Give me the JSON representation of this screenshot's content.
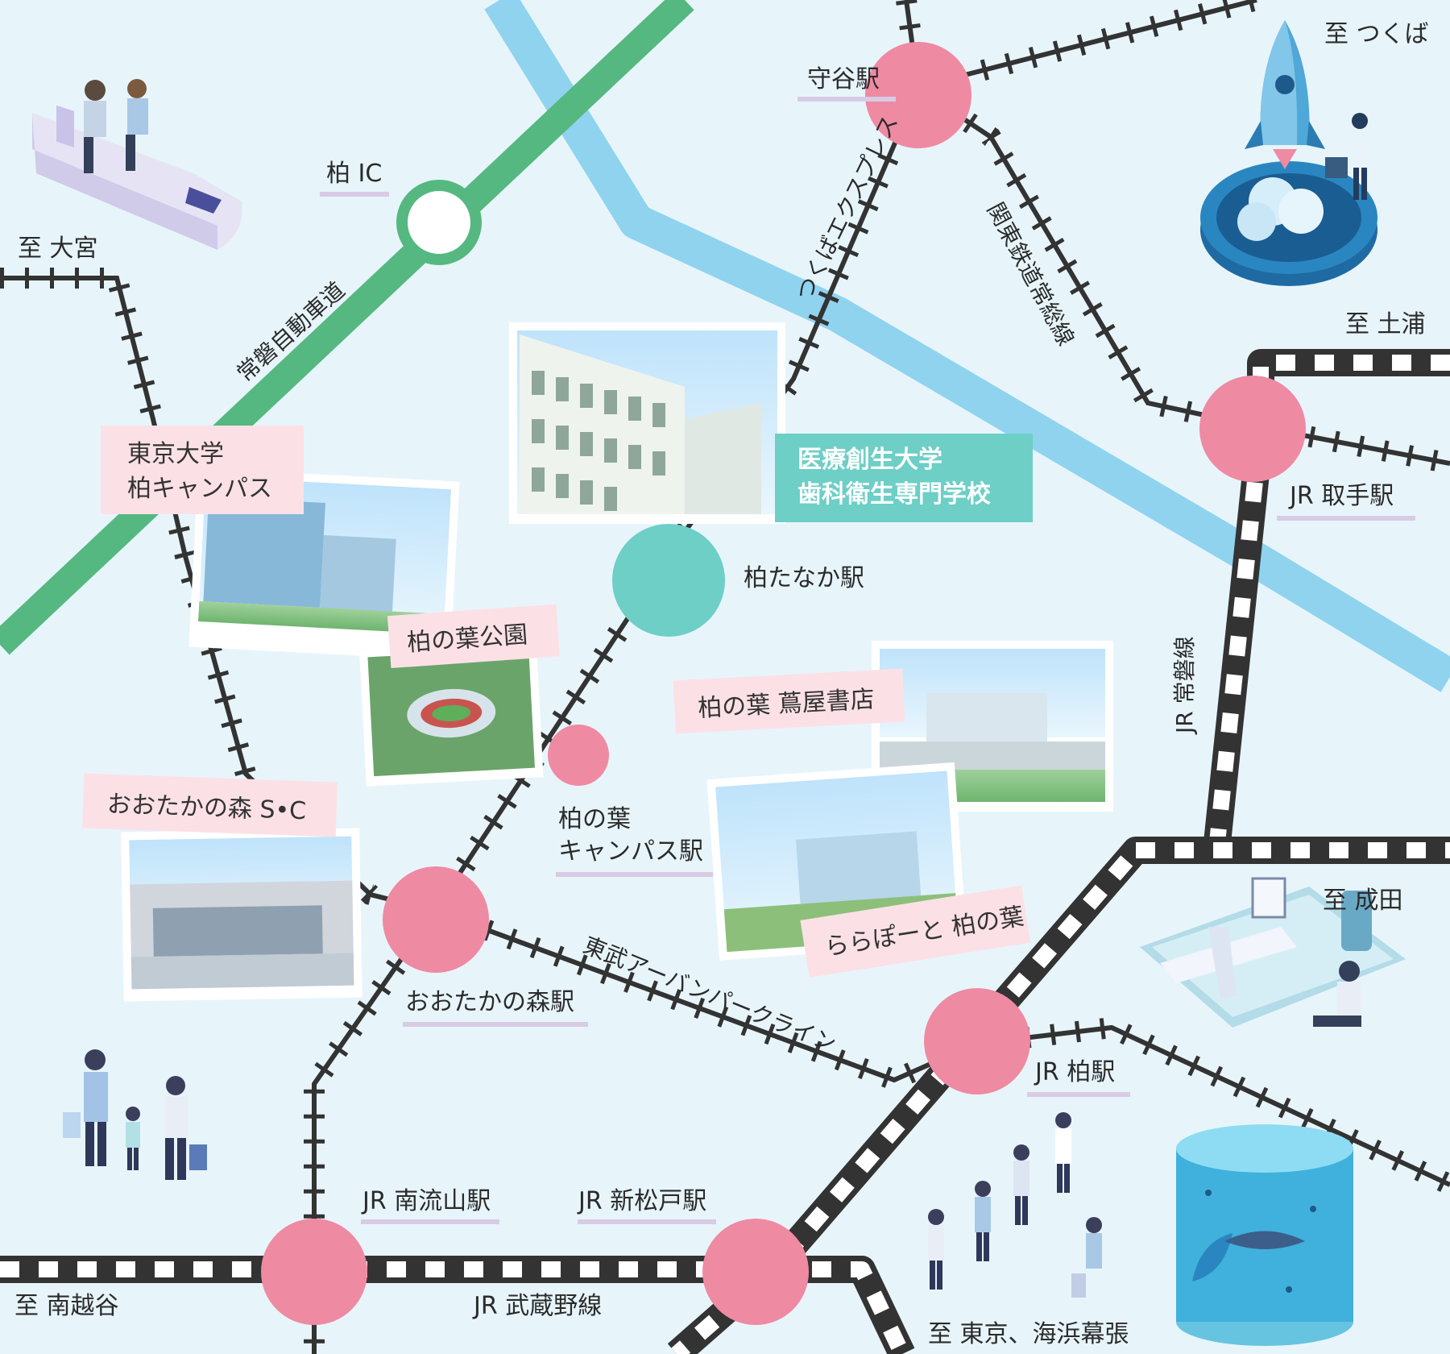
{
  "map": {
    "colors": {
      "background": "#e7f5fb",
      "river": "#8fd3ef",
      "expressway": "#55b880",
      "station_pink": "#ef8aa3",
      "station_teal": "#6dcfc6",
      "rail_dark": "#333333",
      "label_tag": "#fbe1e6",
      "university_tag": "#6dcfc6"
    },
    "directions": {
      "tsukuba": "至 つくば",
      "omiya": "至 大宮",
      "tsuchiura": "至 土浦",
      "narita": "至 成田",
      "minamikoshigaya": "至 南越谷",
      "tokyo_makuhari": "至 東京、海浜幕張"
    },
    "stations": {
      "moriya": "守谷駅",
      "toride": "JR 取手駅",
      "kashiwatanaka": "柏たなか駅",
      "kashiwanoha_campus_1": "柏の葉",
      "kashiwanoha_campus_2": "キャンパス駅",
      "otakanomori": "おおたかの森駅",
      "kashiwa": "JR 柏駅",
      "minaminagareyama": "JR 南流山駅",
      "shinmatsudo": "JR 新松戸駅"
    },
    "roads": {
      "ic": "柏 IC",
      "joban_expressway": "常磐自動車道"
    },
    "lines": {
      "tsukuba_express": "つくばエクスプレス",
      "kanto_railway": "関東鉄道常総線",
      "joban_line": "JR 常磐線",
      "tobu_urban_park": "東武アーバンパークライン",
      "musashino_line": "JR 武蔵野線"
    },
    "landmarks": {
      "todai_1": "東京大学",
      "todai_2": "柏キャンパス",
      "park": "柏の葉公園",
      "otaka_sc": "おおたかの森 S•C",
      "tsutaya": "柏の葉 蔦屋書店",
      "lalaport": "ららぽーと 柏の葉",
      "university_1": "医療創生大学",
      "university_2": "歯科衛生専門学校"
    },
    "icons": [
      "shinkansen-illustration",
      "rocket-illustration",
      "airplane-travel-illustration",
      "family-shopping-illustration",
      "tourists-illustration",
      "aquarium-illustration"
    ]
  }
}
